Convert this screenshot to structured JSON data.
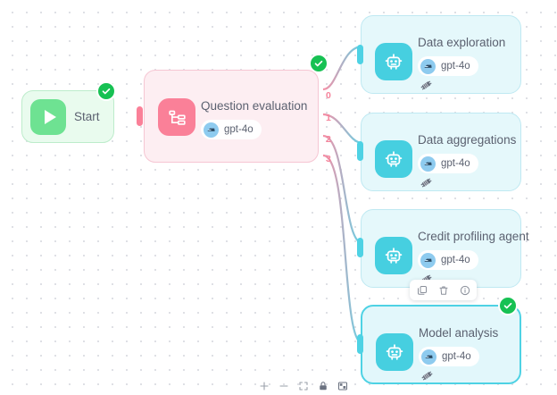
{
  "canvas": {
    "background_color": "#ffffff",
    "dot_color": "#dcdde3",
    "accent_pink": "#fa8098",
    "accent_cyan": "#46cfe0",
    "accent_green": "#6ee292",
    "status_green": "#17c153"
  },
  "nodes": {
    "start": {
      "label": "Start",
      "icon": "play-icon",
      "status": "success"
    },
    "router": {
      "title": "Question evaluation",
      "icon": "branch-icon",
      "model": "gpt-4o",
      "status": "success",
      "port_labels": [
        "0",
        "1",
        "2",
        "3"
      ]
    },
    "agents": [
      {
        "title": "Data exploration",
        "icon": "robot-icon",
        "model": "gpt-4o",
        "tool_icon": "tool-plugin-icon",
        "selected": false,
        "status": ""
      },
      {
        "title": "Data aggregations",
        "icon": "robot-icon",
        "model": "gpt-4o",
        "tool_icon": "tool-plugin-icon",
        "selected": false,
        "status": ""
      },
      {
        "title": "Credit profiling agent",
        "icon": "robot-icon",
        "model": "gpt-4o",
        "tool_icon": "tool-plugin-icon",
        "selected": false,
        "status": ""
      },
      {
        "title": "Model analysis",
        "icon": "robot-icon",
        "model": "gpt-4o",
        "tool_icon": "tool-plugin-icon",
        "selected": true,
        "status": "success"
      }
    ]
  },
  "node_toolbar": {
    "items": [
      {
        "name": "duplicate-icon",
        "label": "Duplicate"
      },
      {
        "name": "delete-icon",
        "label": "Delete"
      },
      {
        "name": "info-icon",
        "label": "Info"
      }
    ]
  },
  "bottom_controls": {
    "items": [
      {
        "name": "zoom-in-icon",
        "label": "Zoom in"
      },
      {
        "name": "zoom-out-icon",
        "label": "Zoom out"
      },
      {
        "name": "fit-view-icon",
        "label": "Fit view"
      },
      {
        "name": "lock-icon",
        "label": "Lock"
      },
      {
        "name": "minimap-icon",
        "label": "Minimap"
      }
    ]
  }
}
